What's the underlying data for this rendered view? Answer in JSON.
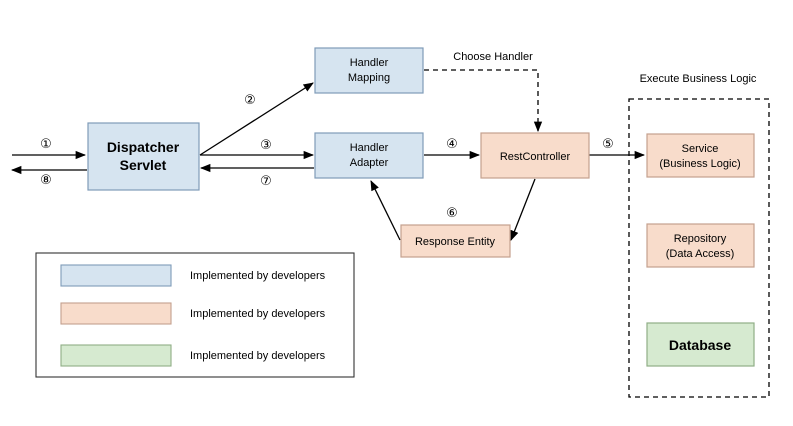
{
  "colors": {
    "blue_fill": "#d6e4f0",
    "blue_stroke": "#7f9bb8",
    "orange_fill": "#f8dccb",
    "orange_stroke": "#c4a08e",
    "green_fill": "#d6ead0",
    "green_stroke": "#8fae86",
    "line": "#000000"
  },
  "nodes": {
    "dispatcher": {
      "line1": "Dispatcher",
      "line2": "Servlet"
    },
    "handler_mapping": {
      "line1": "Handler",
      "line2": "Mapping"
    },
    "handler_adapter": {
      "line1": "Handler",
      "line2": "Adapter"
    },
    "rest_controller": {
      "label": "RestController"
    },
    "response_entity": {
      "label": "Response Entity"
    },
    "service": {
      "line1": "Service",
      "line2": "(Business Logic)"
    },
    "repository": {
      "line1": "Repository",
      "line2": "(Data Access)"
    },
    "database": {
      "label": "Database"
    }
  },
  "labels": {
    "choose_handler": "Choose Handler",
    "execute_business_logic": "Execute Business Logic"
  },
  "steps": {
    "s1": "①",
    "s2": "②",
    "s3": "③",
    "s4": "④",
    "s5": "⑤",
    "s6": "⑥",
    "s7": "⑦",
    "s8": "⑧"
  },
  "legend": [
    {
      "color": "blue",
      "label": "Implemented by developers"
    },
    {
      "color": "orange",
      "label": "Implemented by developers"
    },
    {
      "color": "green",
      "label": "Implemented by developers"
    }
  ]
}
